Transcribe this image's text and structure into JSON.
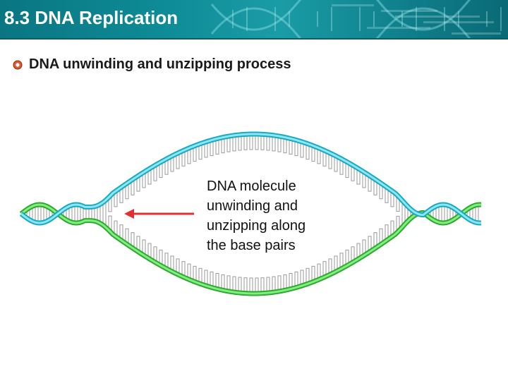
{
  "header": {
    "title": "8.3 DNA Replication"
  },
  "bullet": {
    "text": "DNA unwinding and unzipping process"
  },
  "diagram": {
    "caption_lines": [
      "DNA molecule",
      "unwinding and",
      "unzipping along",
      "the base pairs"
    ]
  },
  "colors": {
    "header_bg": "#0d8a95",
    "strand_blue": "#4fd3e8",
    "strand_green": "#4fdc4f",
    "base_pair": "#9a9a9a",
    "arrow": "#e03030",
    "bullet": "#e05a30"
  },
  "icons": [
    "dna-helix-watermark-icon",
    "bullet-circle-icon",
    "arrow-left-icon"
  ]
}
